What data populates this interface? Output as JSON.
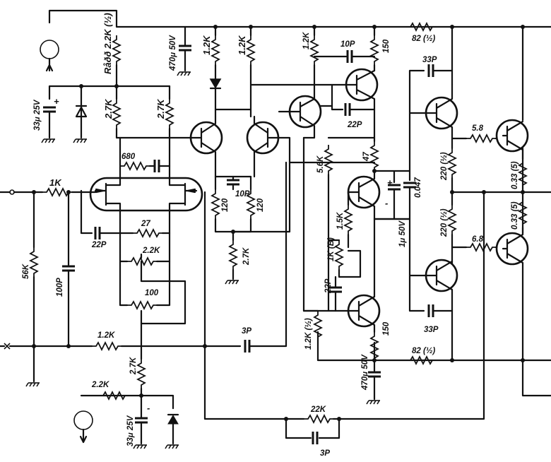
{
  "labels": {
    "r_bias": "Råðð 2.2K (½)",
    "c_in_supply": "33μ 25V",
    "c_top_elec": "470μ 50V",
    "r_12k_a": "1.2K",
    "r_12k_b": "1.2K",
    "r_12k_c": "1.2K",
    "r_27k_l": "2.7K",
    "r_27k_r": "2.7K",
    "c_10p_top": "10P",
    "r_150_top": "150",
    "r_82_top": "82 (½)",
    "c_33p_top": "33P",
    "r_680": "680",
    "r_1k_in": "1K",
    "r_56k": "56K",
    "c_100p": "100P",
    "c_22p_diff": "22P",
    "r_27": "27",
    "r_22k_trim": "2.2K",
    "r_100_trim": "100",
    "r_12k_fb": "1.2K",
    "r_27k_bot": "2.7K",
    "r_22k_bot": "2.2K",
    "c_bot_supply": "33μ 25V",
    "c_10p_mid": "10P",
    "r_120_l": "120",
    "r_120_r": "120",
    "r_27k_mid": "2.7K",
    "c_22p_pre": "22P",
    "r_56k_b": "5.6K",
    "r_47": "47",
    "c_1u": "1μ 50V",
    "c_0047": "0.047",
    "r_220_top": "220 (½)",
    "r_58": "5.8",
    "r_033_top": "0.33 (5)",
    "r_1kb": "1K (B)",
    "r_15k": "1.5K",
    "c_22p_vbe": "22P",
    "r_220_bot": "220 (½)",
    "r_68": "6.8",
    "r_033_bot": "0.33 (5)",
    "c_3p_fb": "3P",
    "r_12k_half": "1.2K (½)",
    "r_150_bot": "150",
    "c_33p_bot": "33P",
    "r_82_bot": "82 (½)",
    "c_bot_elec": "470μ 50V",
    "r_22k_fb": "22K",
    "c_3p_bot": "3P",
    "plus_sign": "+",
    "minus_sign": "-"
  },
  "colors": {
    "ink": "#111111",
    "paper": "#ffffff"
  },
  "icons": [
    "ground-symbol",
    "zener-diode",
    "diode",
    "npn-transistor",
    "pnp-transistor",
    "dual-fet",
    "input-terminal",
    "trimmer-potentiometer"
  ]
}
